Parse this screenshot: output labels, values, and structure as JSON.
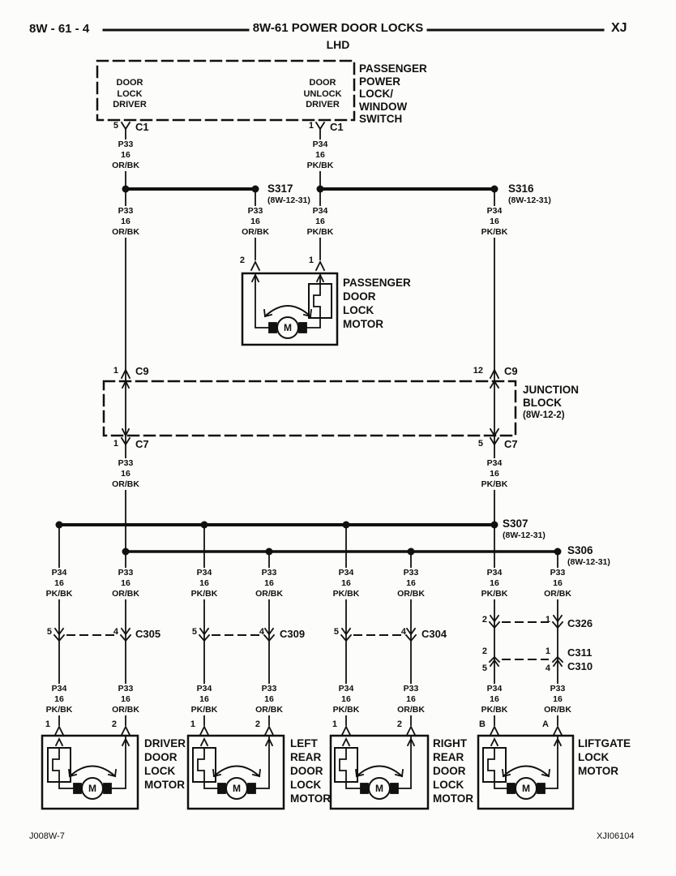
{
  "header": {
    "page_ref": "8W - 61 - 4",
    "title": "8W-61 POWER DOOR LOCKS",
    "subtitle": "LHD",
    "model": "XJ"
  },
  "switch": {
    "name": "PASSENGER\nPOWER\nLOCK/\nWINDOW\nSWITCH",
    "lock_driver": "DOOR\nLOCK\nDRIVER",
    "unlock_driver": "DOOR\nUNLOCK\nDRIVER",
    "connector": "C1",
    "lock_pin": "5",
    "unlock_pin": "1"
  },
  "wires": {
    "lock": "P33\n16\nOR/BK",
    "unlock": "P34\n16\nPK/BK"
  },
  "splices": {
    "s317": {
      "name": "S317",
      "ref": "(8W-12-31)"
    },
    "s316": {
      "name": "S316",
      "ref": "(8W-12-31)"
    },
    "s307": {
      "name": "S307",
      "ref": "(8W-12-31)"
    },
    "s306": {
      "name": "S306",
      "ref": "(8W-12-31)"
    }
  },
  "junction_block": {
    "name": "JUNCTION\nBLOCK",
    "ref": "(8W-12-2)",
    "c9": "C9",
    "c7": "C7",
    "c9_pins": [
      "1",
      "12"
    ],
    "c7_pins": [
      "1",
      "5"
    ]
  },
  "connectors": {
    "c305": {
      "name": "C305",
      "pins": [
        "5",
        "4"
      ]
    },
    "c309": {
      "name": "C309",
      "pins": [
        "5",
        "4"
      ]
    },
    "c304": {
      "name": "C304",
      "pins": [
        "5",
        "4"
      ]
    },
    "c326": {
      "name": "C326",
      "pins": [
        "2",
        "1"
      ]
    },
    "c311": {
      "name": "C311",
      "pins": [
        "2",
        "1"
      ]
    },
    "c310": {
      "name": "C310",
      "pins": [
        "5",
        "4"
      ]
    }
  },
  "motors": {
    "passenger": {
      "name": "PASSENGER\nDOOR\nLOCK\nMOTOR",
      "pins": [
        "2",
        "1"
      ]
    },
    "driver": {
      "name": "DRIVER\nDOOR\nLOCK\nMOTOR",
      "pins": [
        "1",
        "2"
      ]
    },
    "left_rear": {
      "name": "LEFT\nREAR\nDOOR\nLOCK\nMOTOR",
      "pins": [
        "1",
        "2"
      ]
    },
    "right_rear": {
      "name": "RIGHT\nREAR\nDOOR\nLOCK\nMOTOR",
      "pins": [
        "1",
        "2"
      ]
    },
    "liftgate": {
      "name": "LIFTGATE\nLOCK\nMOTOR",
      "pins": [
        "B",
        "A"
      ]
    }
  },
  "motor_symbol": "M",
  "footer": {
    "left": "J008W-7",
    "right": "XJI06104"
  },
  "colors": {
    "ink": "#111111",
    "paper": "#fcfcfa"
  }
}
